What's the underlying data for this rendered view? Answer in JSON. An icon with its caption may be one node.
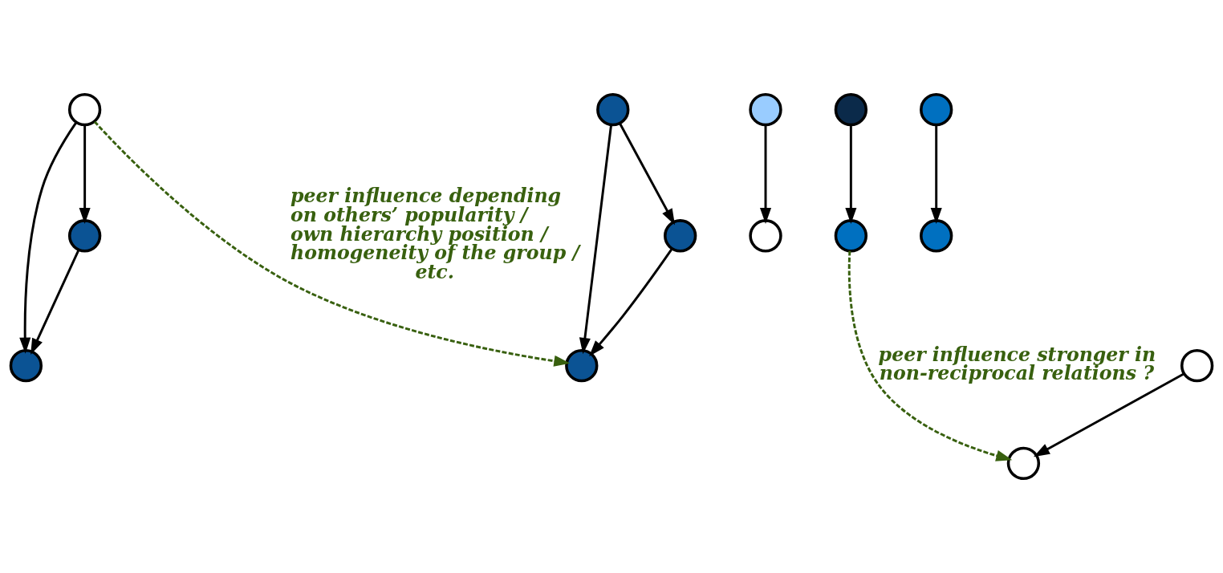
{
  "diagram": {
    "nodes": [
      {
        "text": [],
        "shape": "circle"
      },
      {
        "text": [],
        "shape": "circle"
      },
      {
        "text": [],
        "shape": "circle"
      },
      {
        "text": [],
        "shape": "circle"
      },
      {
        "text": [],
        "shape": "circle"
      },
      {
        "text": [],
        "shape": "circle"
      },
      {
        "text": [],
        "shape": "circle"
      },
      {
        "text": [],
        "shape": "circle"
      },
      {
        "text": [],
        "shape": "circle"
      },
      {
        "text": [],
        "shape": "circle"
      },
      {
        "text": [],
        "shape": "circle"
      },
      {
        "text": [],
        "shape": "circle"
      },
      {
        "text": [],
        "shape": "circle"
      },
      {
        "text": [],
        "shape": "circle"
      }
    ],
    "edges": [
      {
        "from": 1,
        "to": 0,
        "arrow": "to"
      },
      {
        "from": 2,
        "to": 1,
        "arrow": "to"
      },
      {
        "from": 2,
        "to": 0,
        "arrow": "to"
      },
      {
        "from": 4,
        "to": 3,
        "arrow": "to"
      },
      {
        "from": 5,
        "to": 6,
        "arrow": "to"
      },
      {
        "from": 6,
        "to": 7,
        "arrow": "to",
        "style": "dashed",
        "color": "#38600f",
        "label": "peer influence stronger in non-reciprocal relations ?"
      },
      {
        "from": 8,
        "to": 7,
        "arrow": "to"
      },
      {
        "from": 9,
        "to": 10,
        "arrow": "to"
      },
      {
        "from": 2,
        "to": 11,
        "arrow": "to",
        "style": "dashed",
        "color": "#38600f",
        "label": "peer influence depending on others’ popularity / own hierarchy position / homogeneity of the group / etc."
      },
      {
        "from": 12,
        "to": 11,
        "arrow": "to"
      },
      {
        "from": 13,
        "to": 12,
        "arrow": "to"
      },
      {
        "from": 13,
        "to": 11,
        "arrow": "to"
      }
    ]
  }
}
